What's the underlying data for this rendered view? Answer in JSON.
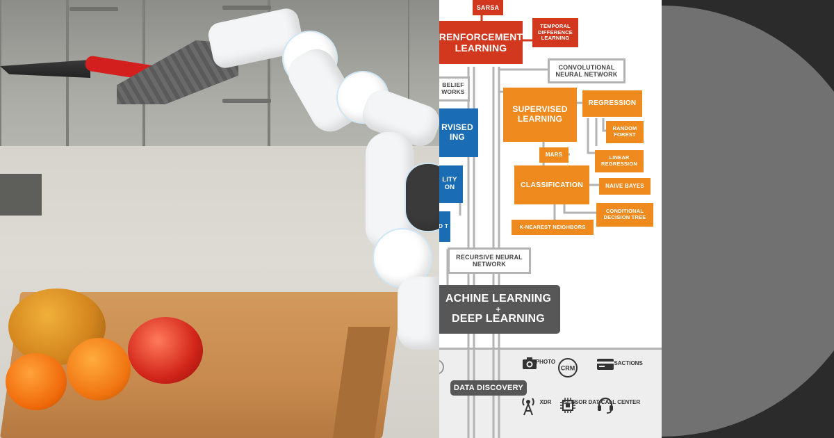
{
  "diagram": {
    "nodes": [
      {
        "id": "sarsa",
        "label": "SARSA"
      },
      {
        "id": "reinforcement",
        "label": "RENFORCEMENT LEARNING"
      },
      {
        "id": "temporal",
        "label": "TEMPORAL DIFFERENCE LEARNING"
      },
      {
        "id": "convolutional",
        "label": "CONVOLUTIONAL NEURAL NETWORK"
      },
      {
        "id": "belief",
        "label": "BELIEF WORKS"
      },
      {
        "id": "supervised",
        "label": "SUPERVISED LEARNING"
      },
      {
        "id": "regression",
        "label": "REGRESSION"
      },
      {
        "id": "random_forest",
        "label": "RANDOM FOREST"
      },
      {
        "id": "unsupervised",
        "label": "RVISED ING"
      },
      {
        "id": "mars",
        "label": "MARS"
      },
      {
        "id": "linear_regression",
        "label": "LINEAR REGRESSION"
      },
      {
        "id": "classification",
        "label": "CLASSIFICATION"
      },
      {
        "id": "naive_bayes",
        "label": "NAIVE BAYES"
      },
      {
        "id": "dimensionality",
        "label": "LITY ON"
      },
      {
        "id": "conditional",
        "label": "CONDITIONAL DECISION TREE"
      },
      {
        "id": "semi",
        "label": "D T"
      },
      {
        "id": "knn",
        "label": "K-NEAREST NEIGHBORS"
      },
      {
        "id": "recursive",
        "label": "RECURSIVE NEURAL NETWORK"
      },
      {
        "id": "ml_dl_1",
        "label": "ACHINE LEARNING"
      },
      {
        "id": "ml_dl_plus",
        "label": "+"
      },
      {
        "id": "ml_dl_2",
        "label": "DEEP LEARNING"
      }
    ],
    "data_sources": [
      {
        "id": "photo",
        "label": "PHOTO",
        "icon": "camera-icon"
      },
      {
        "id": "crm",
        "label": "CRM",
        "icon": "crm-icon"
      },
      {
        "id": "transactions",
        "label": "TRANSACTIONS",
        "icon": "credit-card-icon"
      },
      {
        "id": "xdr",
        "label": "XDR",
        "icon": "antenna-icon"
      },
      {
        "id": "sensor",
        "label": "SENSOR DATA",
        "icon": "chip-icon"
      },
      {
        "id": "call_center",
        "label": "CALL CENTER",
        "icon": "headset-icon"
      }
    ],
    "data_discovery": "DATA DISCOVERY",
    "colors": {
      "red": "#d2381e",
      "orange": "#ef8a1f",
      "blue": "#1a6db5",
      "gray": "#575757",
      "line": "#b3b3b3"
    }
  }
}
